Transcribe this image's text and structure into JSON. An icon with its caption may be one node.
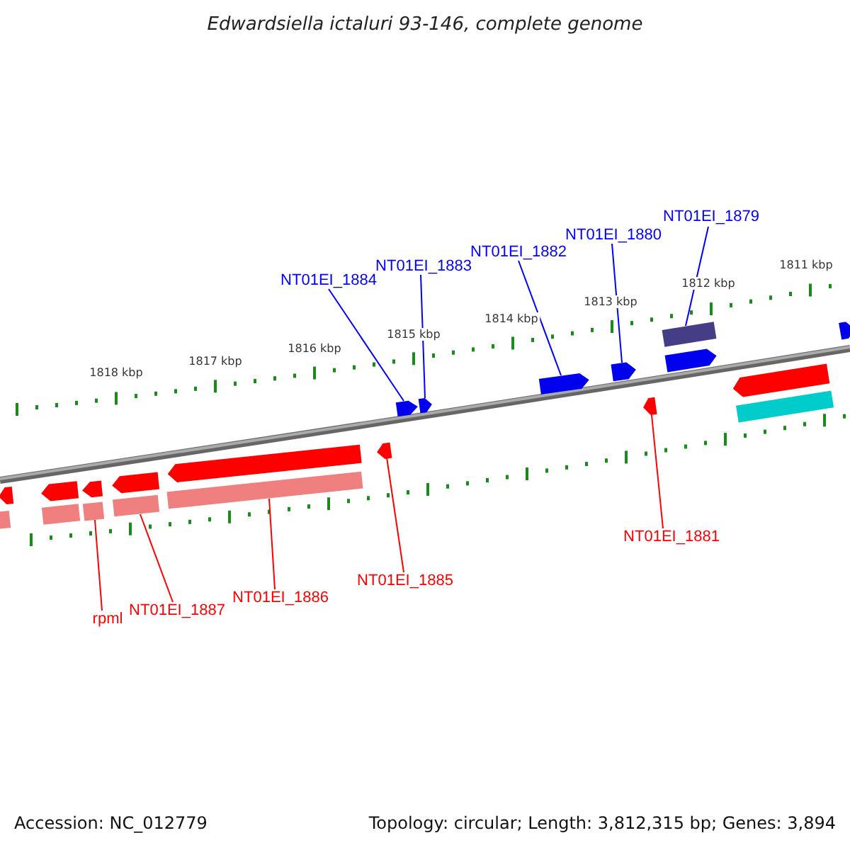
{
  "diagram": {
    "title": "Edwardsiella ictaluri 93-146, complete genome",
    "nodes": [
      {
        "text": [
          "NT01EI_1879"
        ]
      },
      {
        "text": [
          "NT01EI_1880"
        ]
      },
      {
        "text": [
          "NT01EI_1882"
        ]
      },
      {
        "text": [
          "NT01EI_1883"
        ]
      },
      {
        "text": [
          "NT01EI_1884"
        ]
      },
      {
        "text": [],
        "shape": "pentagon"
      },
      {
        "text": [],
        "shape": "bar"
      },
      {
        "text": [],
        "shape": "pentagon"
      },
      {
        "text": [],
        "shape": "bar"
      },
      {
        "text": [],
        "shape": "pentagon"
      },
      {
        "text": [],
        "shape": "bar"
      },
      {
        "text": [],
        "shape": "pentagon"
      },
      {
        "text": [],
        "shape": "bar"
      },
      {
        "text": [],
        "shape": "pentagon"
      },
      {
        "text": [],
        "shape": "bar"
      },
      {
        "text": [],
        "shape": "pentagon"
      },
      {
        "text": [],
        "shape": "pentagon"
      },
      {
        "text": [],
        "shape": "pentagon"
      },
      {
        "text": [],
        "shape": "pentagon"
      },
      {
        "text": [],
        "shape": "pentagon"
      },
      {
        "text": [],
        "shape": "pentagon"
      },
      {
        "text": [],
        "shape": "bar"
      },
      {
        "text": [],
        "shape": "pentagon"
      },
      {
        "text": [],
        "shape": "pentagon"
      },
      {
        "text": [],
        "shape": "bar"
      },
      {
        "text": [],
        "shape": "pentagon"
      },
      {
        "text": [
          "NT01EI_1881"
        ]
      },
      {
        "text": [
          "NT01EI_1885"
        ]
      },
      {
        "text": [
          "NT01EI_1886"
        ]
      },
      {
        "text": [
          "NT01EI_1887"
        ]
      },
      {
        "text": [
          "rpml"
        ]
      }
    ],
    "edges": [
      {
        "from": 4,
        "to": 16,
        "arrow": "none",
        "color": "#0000ff"
      },
      {
        "from": 3,
        "to": 17,
        "arrow": "none",
        "color": "#0000ff"
      },
      {
        "from": 2,
        "to": 18,
        "arrow": "none",
        "color": "#0000ff"
      },
      {
        "from": 1,
        "to": 19,
        "arrow": "none",
        "color": "#0000ff"
      },
      {
        "from": 0,
        "to": 21,
        "arrow": "none",
        "color": "#0000ff"
      },
      {
        "from": 30,
        "to": 10,
        "arrow": "none",
        "color": "#ff0000"
      },
      {
        "from": 29,
        "to": 12,
        "arrow": "none",
        "color": "#ff0000"
      },
      {
        "from": 28,
        "to": 14,
        "arrow": "none",
        "color": "#ff0000"
      },
      {
        "from": 27,
        "to": 15,
        "arrow": "none",
        "color": "#ff0000"
      },
      {
        "from": 26,
        "to": 20,
        "arrow": "none",
        "color": "#ff0000"
      }
    ],
    "labels": [
      "1811 kbp",
      "1812 kbp",
      "1813 kbp",
      "1814 kbp",
      "1815 kbp",
      "1816 kbp",
      "1817 kbp",
      "1818 kbp",
      "Accession: NC_012779",
      "Topology: circular; Length: 3,812,315 bp; Genes: 3,894"
    ]
  }
}
